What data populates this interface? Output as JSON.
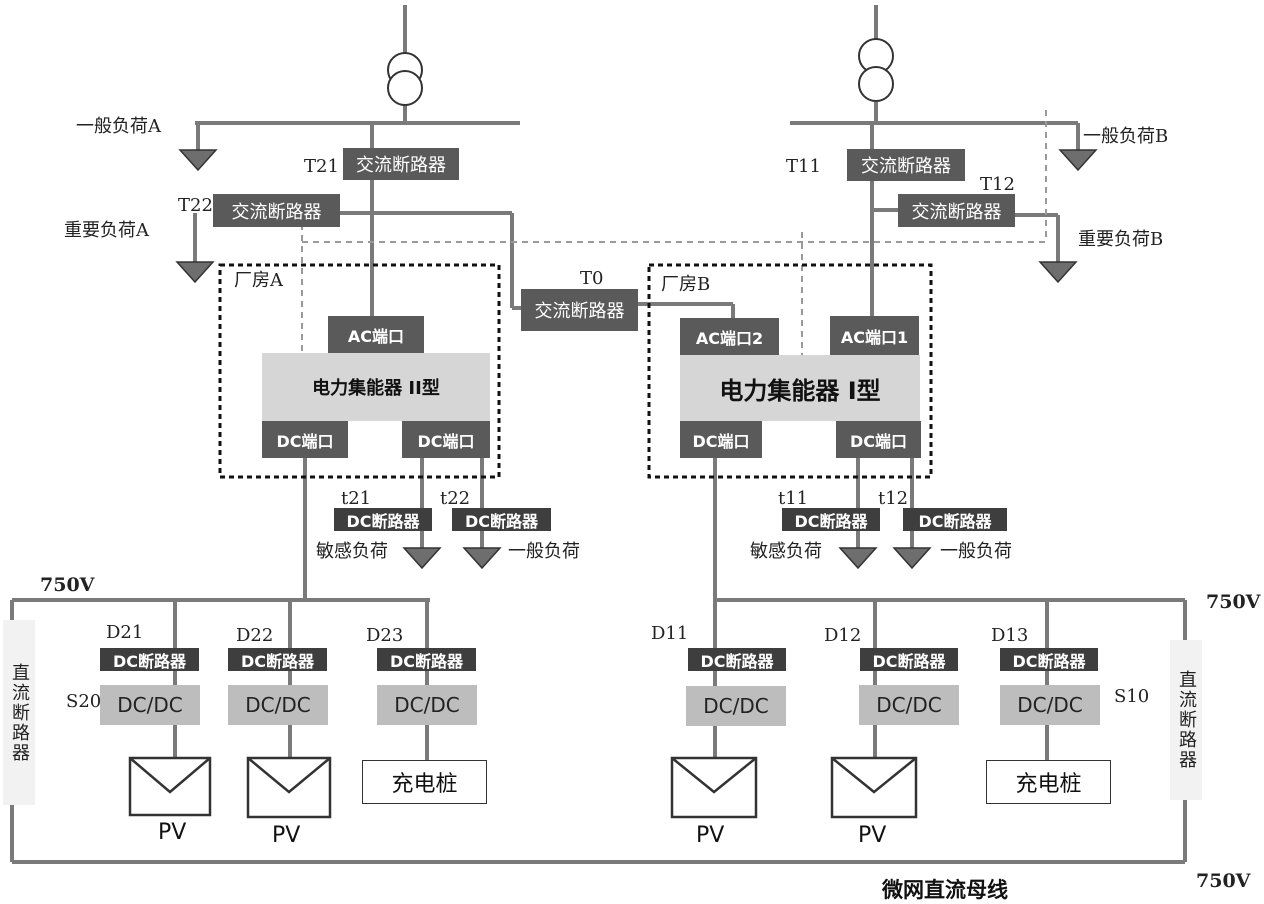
{
  "transformers": {
    "a_icon": "transformer-icon",
    "b_icon": "transformer-icon"
  },
  "loads": {
    "general_a": "一般负荷A",
    "important_a": "重要负荷A",
    "general_b": "一般负荷B",
    "important_b": "重要负荷B",
    "sensitive": "敏感负荷",
    "general": "一般负荷"
  },
  "ac_breakers": {
    "label": "交流断路器",
    "t21": "T21",
    "t22": "T22",
    "t0": "T0",
    "t11": "T11",
    "t12": "T12"
  },
  "plants": {
    "a": "厂房A",
    "b": "厂房B"
  },
  "ports": {
    "ac": "AC端口",
    "ac1": "AC端口1",
    "ac2": "AC端口2",
    "dc": "DC端口"
  },
  "collectors": {
    "type2": "电力集能器 II型",
    "type1": "电力集能器 I型"
  },
  "dc_breakers": {
    "label": "DC断路器",
    "t21": "t21",
    "t22": "t22",
    "t11": "t11",
    "t12": "t12",
    "d21": "D21",
    "d22": "D22",
    "d23": "D23",
    "d11": "D11",
    "d12": "D12",
    "d13": "D13"
  },
  "converters": {
    "label": "DC/DC",
    "s20": "S20",
    "s10": "S10"
  },
  "endpoints": {
    "pv": "PV",
    "charger": "充电桩"
  },
  "bus": {
    "voltage": "750V",
    "vertical_breaker": "直流断路器",
    "title": "微网直流母线"
  },
  "colors": {
    "line": "#7a7a7a",
    "dark": "#3e3e3e",
    "box": "#5a5a5a",
    "dashed": "#9a9a9a"
  }
}
